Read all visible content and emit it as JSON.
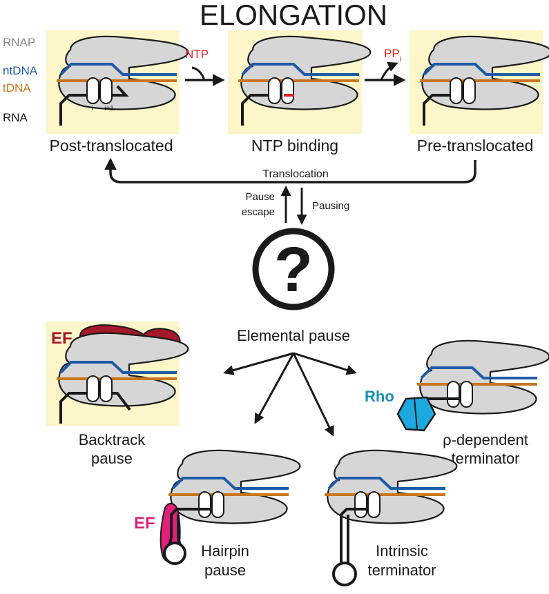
{
  "title": "ELONGATION",
  "legend": {
    "rnap": "RNAP",
    "ntdna": "ntDNA",
    "tdna": "tDNA",
    "rna": "RNA"
  },
  "colors": {
    "ntdna": "#1f5aa6",
    "tdna": "#c8761f",
    "rnap": "#d6d6d6",
    "highlight": "#fdf6c9",
    "ntp": "#e02020",
    "ef_backtrack": "#a3192a",
    "ef_hairpin": "#e0207a",
    "rho": "#1ba9e0",
    "rho_label": "#1a8fb3"
  },
  "states": {
    "post": "Post-translocated",
    "ntp_binding": "NTP binding",
    "pre": "Pre-translocated"
  },
  "site_labels": {
    "i": "i",
    "i1": "i+1"
  },
  "arrows": {
    "ntp": "NTP",
    "ppi_main": "PP",
    "ppi_sub": "i",
    "translocation": "Translocation",
    "pause_escape_1": "Pause",
    "pause_escape_2": "escape",
    "pausing": "Pausing"
  },
  "question": "?",
  "elemental": "Elemental pause",
  "outcomes": {
    "backtrack_1": "Backtrack",
    "backtrack_2": "pause",
    "ef_backtrack": "EF",
    "rho_label": "Rho",
    "rho_term_1": "ρ-dependent",
    "rho_term_2": "terminator",
    "hairpin_1": "Hairpin",
    "hairpin_2": "pause",
    "ef_hairpin": "EF",
    "intrinsic_1": "Intrinsic",
    "intrinsic_2": "terminator"
  }
}
